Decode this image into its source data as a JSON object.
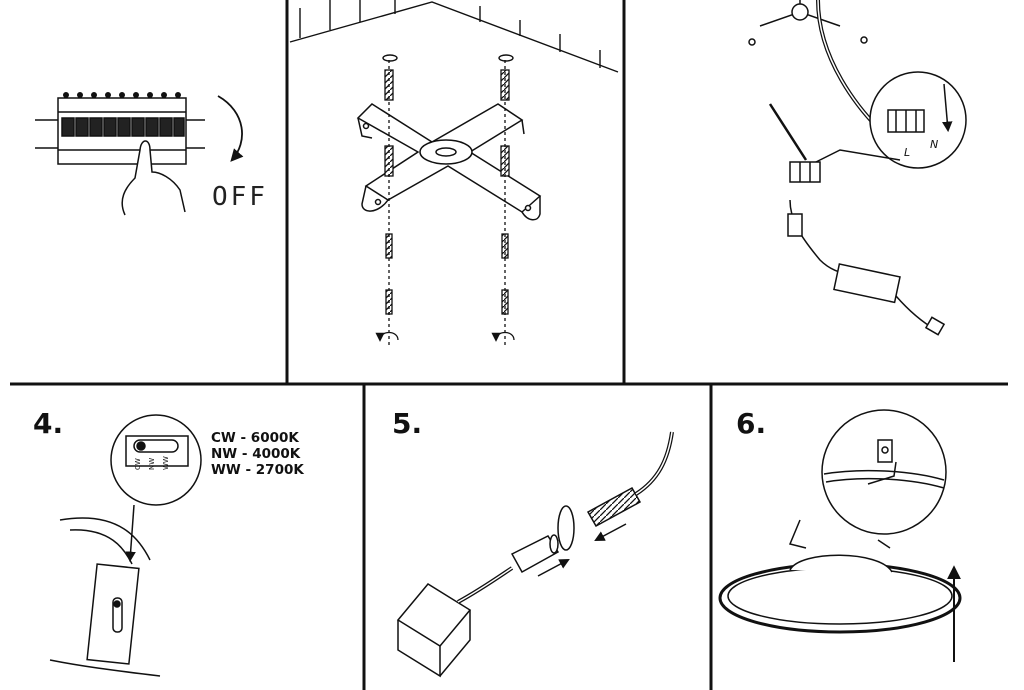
{
  "steps": {
    "step1": {
      "off_label": "OFF"
    },
    "step4": {
      "number": "4.",
      "temperatures": [
        "CW - 6000K",
        "NW - 4000K",
        "WW - 2700K"
      ],
      "switch_labels": [
        "CW",
        "NW",
        "WW"
      ]
    },
    "step5": {
      "number": "5."
    },
    "step6": {
      "number": "6."
    },
    "step3": {
      "terminal_labels": [
        "L",
        "N"
      ]
    }
  },
  "colors": {
    "line": "#111111",
    "background": "#ffffff",
    "shade": "#e6e6e6"
  }
}
